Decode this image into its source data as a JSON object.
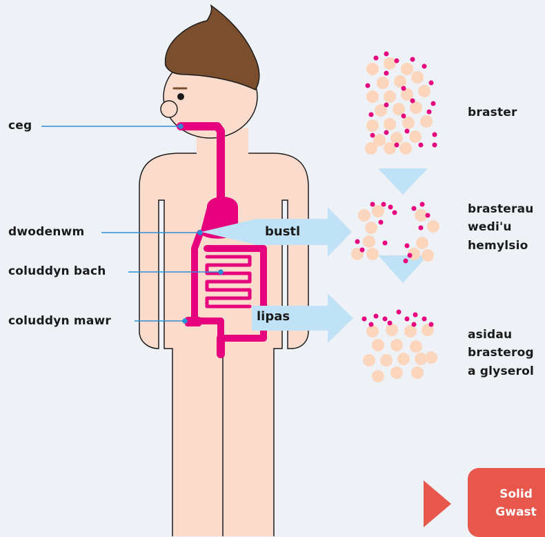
{
  "labels": {
    "mouth": "ceg",
    "duodenum": "dwodenwm",
    "small_intestine": "coluddyn bach",
    "large_intestine": "coluddyn mawr"
  },
  "arrows": {
    "bile": "bustl",
    "lipase": "lipas"
  },
  "stages": {
    "fat": [
      "braster"
    ],
    "emulsified": [
      "brasterau",
      "wedi'u",
      "hemylsio"
    ],
    "products": [
      "asidau",
      "brasterog",
      "a glyserol"
    ]
  },
  "nav_button": {
    "line1": "Solid",
    "line2": "Gwast"
  },
  "colors": {
    "background": "#eef2f6",
    "skin": "#fbdccc",
    "hair": "#7b4e2e",
    "gut": "#e6007e",
    "label_line": "#2a8fd6",
    "arrow": "#bfe2f6",
    "fat_dot_large": "#fbd6bd",
    "fat_dot_small": "#e6007e",
    "button": "#e8574b"
  }
}
